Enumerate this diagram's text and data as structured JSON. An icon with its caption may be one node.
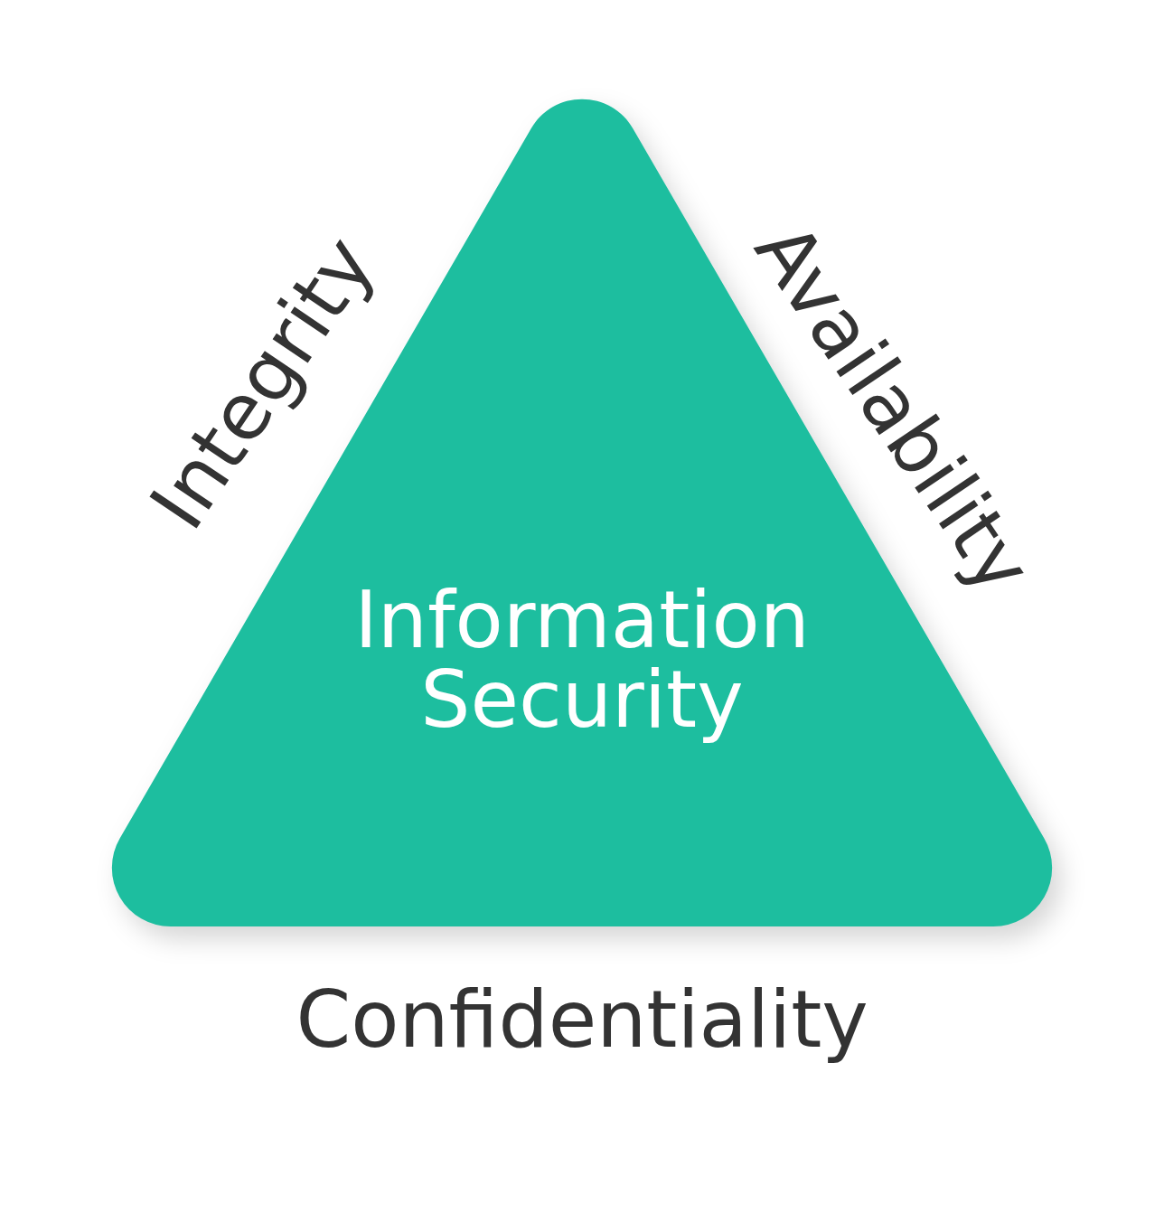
{
  "diagram": {
    "nodes": [
      {
        "text": [
          "Information Security"
        ],
        "beside": [
          "Integrity",
          "Availability",
          "Confidentiality"
        ]
      }
    ]
  }
}
